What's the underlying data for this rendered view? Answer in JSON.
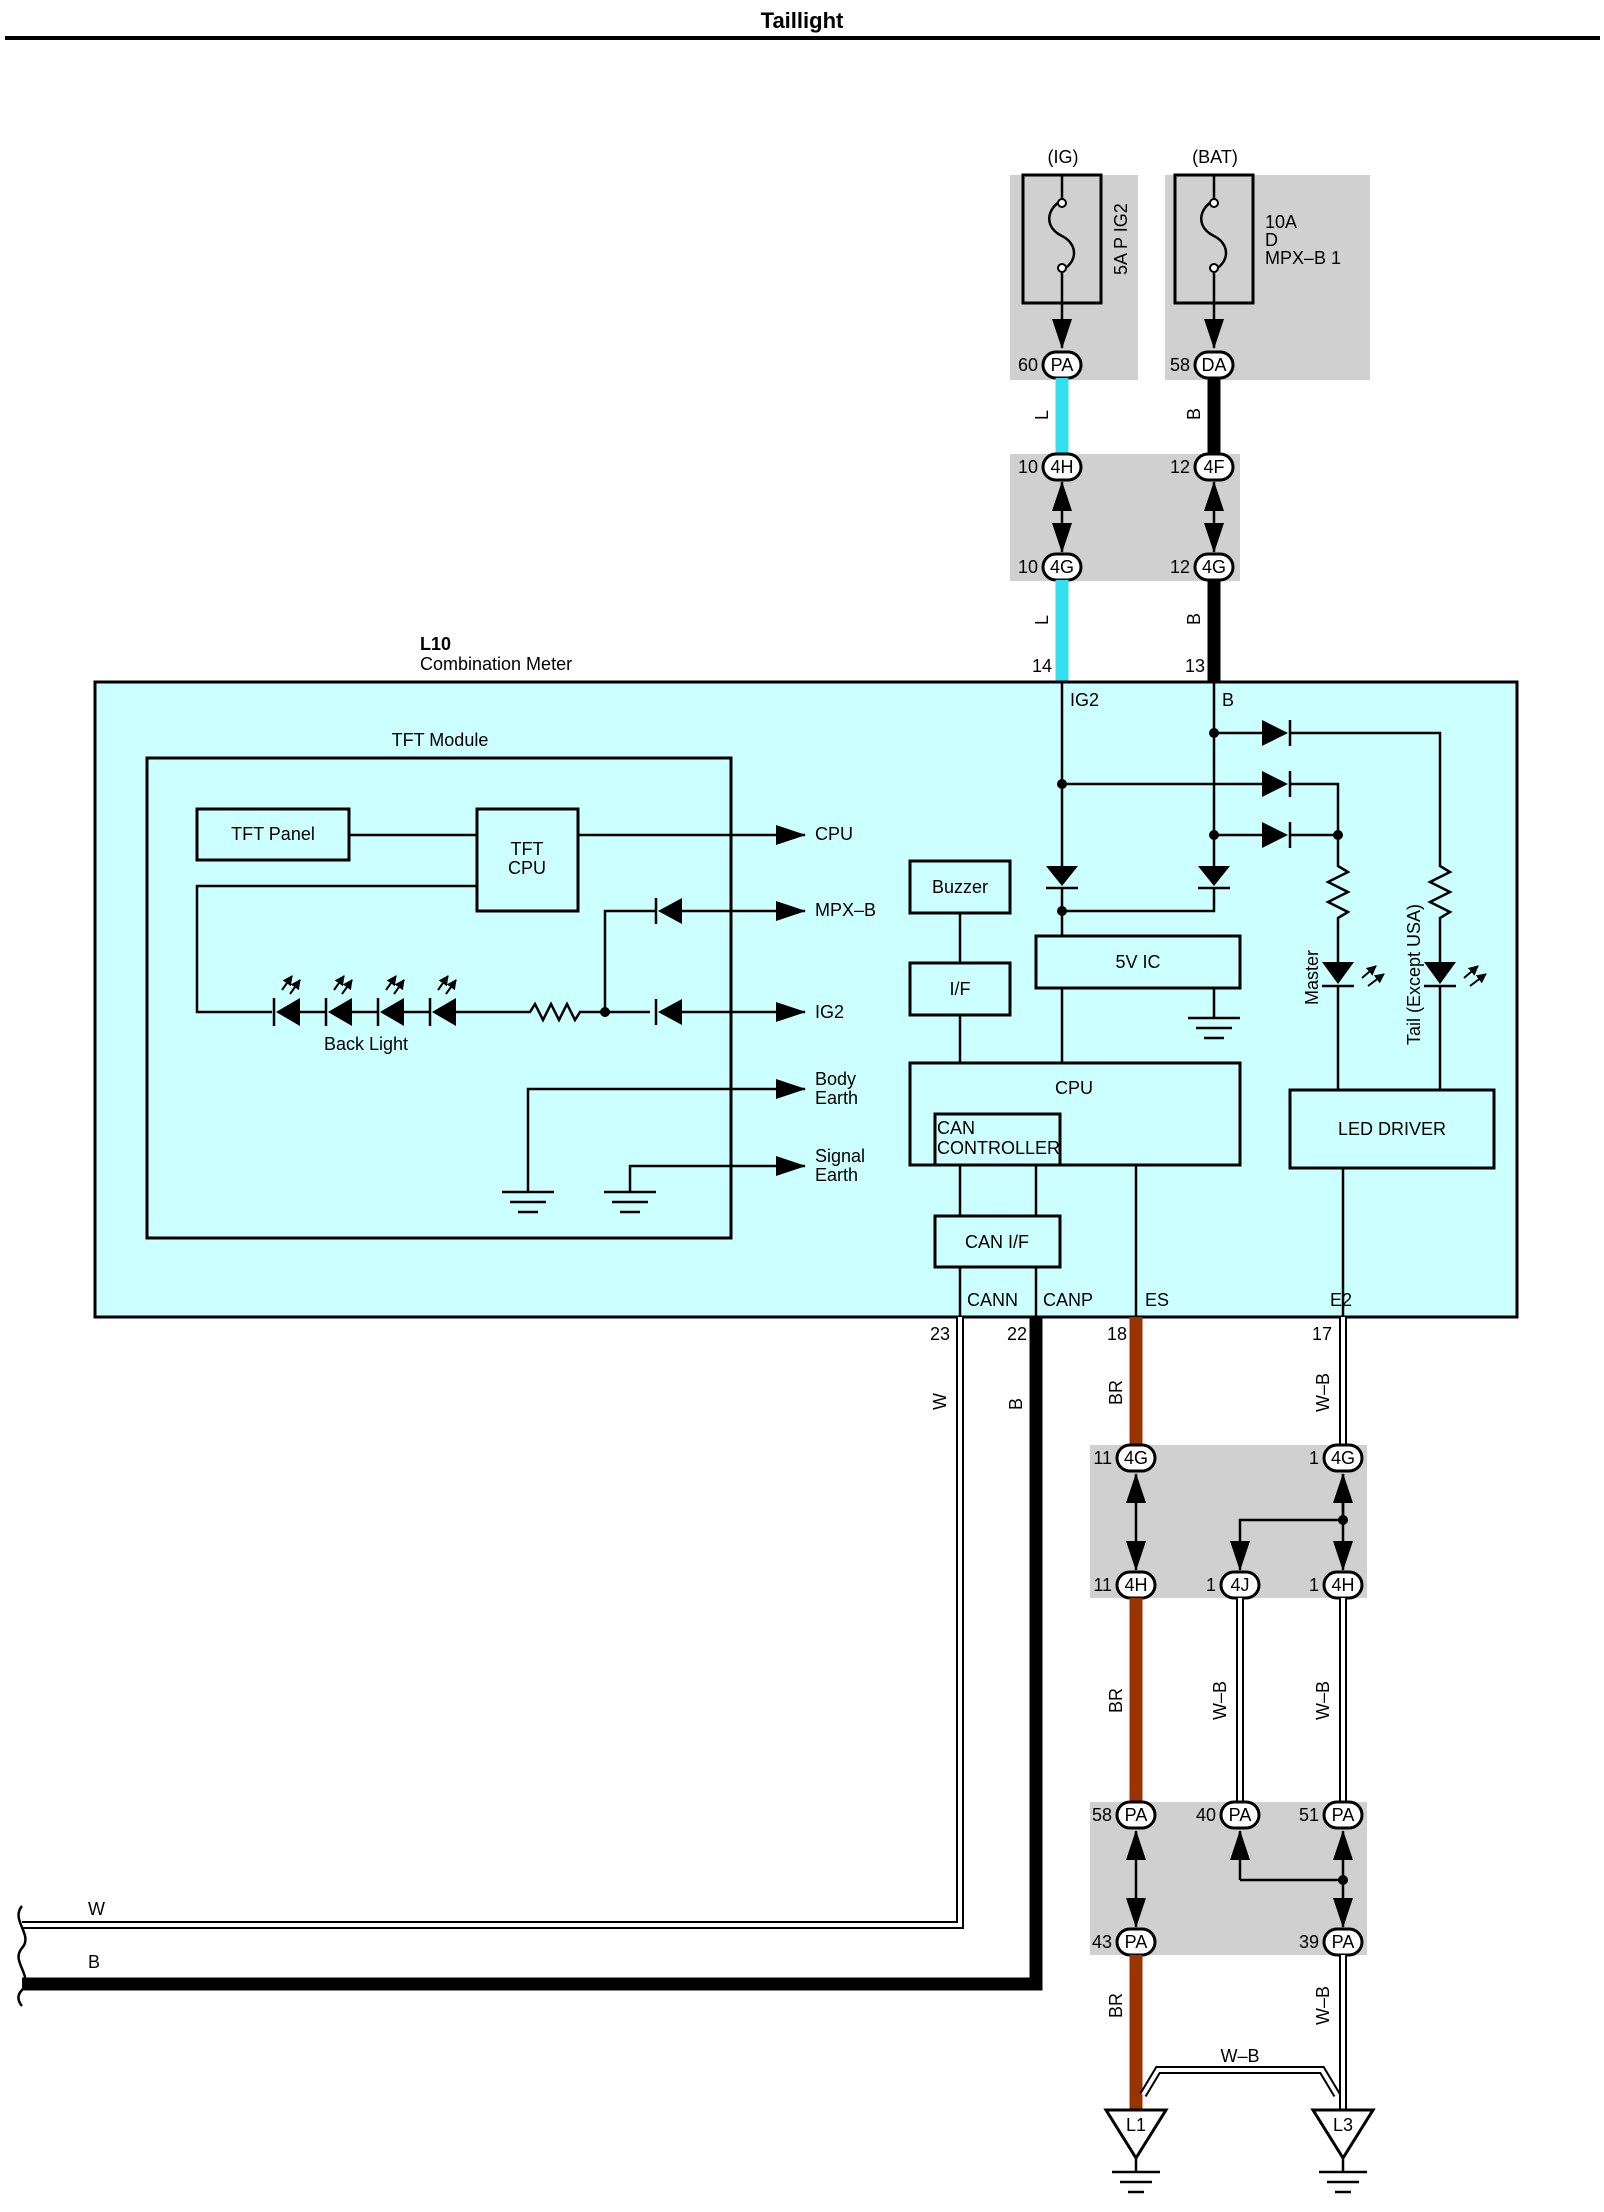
{
  "page": {
    "title": "Taillight"
  },
  "fuses": {
    "ig_label": "(IG)",
    "bat_label": "(BAT)",
    "ig_fuse": "5A P IG2",
    "bat_fuse_line1": "10A",
    "bat_fuse_line2": "D",
    "bat_fuse_line3": "MPX–B 1"
  },
  "connectors": {
    "pa60_pin": "60",
    "pa60_code": "PA",
    "da58_pin": "58",
    "da58_code": "DA",
    "h4_10_pin": "10",
    "h4_10_code": "4H",
    "f4_12_pin": "12",
    "f4_12_code": "4F",
    "g4_10_pin": "10",
    "g4_10_code": "4G",
    "g4_12_pin": "12",
    "g4_12_code": "4G",
    "g4_11_pin": "11",
    "g4_11_code": "4G",
    "g4_1_pin": "1",
    "g4_1_code": "4G",
    "h4_11_pin": "11",
    "h4_11_code": "4H",
    "j4_1_pin": "1",
    "j4_1_code": "4J",
    "h4_1_pin": "1",
    "h4_1_code": "4H",
    "pa58_pin": "58",
    "pa58_code": "PA",
    "pa40_pin": "40",
    "pa40_code": "PA",
    "pa51_pin": "51",
    "pa51_code": "PA",
    "pa43_pin": "43",
    "pa43_code": "PA",
    "pa39_pin": "39",
    "pa39_code": "PA"
  },
  "wires": {
    "l_top": "L",
    "b_top": "B",
    "l_mid": "L",
    "b_mid": "B",
    "w_can": "W",
    "b_can": "B",
    "br_1": "BR",
    "wb_1": "W–B",
    "br_2": "BR",
    "wb_j": "W–B",
    "wb_2": "W–B",
    "br_3": "BR",
    "wb_3": "W–B",
    "wb_link": "W–B",
    "w_out": "W",
    "b_out": "B"
  },
  "meter": {
    "code": "L10",
    "name": "Combination Meter",
    "pin14": "14",
    "pin13": "13",
    "ig2": "IG2",
    "b": "B",
    "pin23": "23",
    "pin22": "22",
    "pin18": "18",
    "pin17": "17",
    "cann": "CANN",
    "canp": "CANP",
    "es": "ES",
    "e2": "E2"
  },
  "tft": {
    "module": "TFT Module",
    "panel": "TFT Panel",
    "cpu_line1": "TFT",
    "cpu_line2": "CPU",
    "back_light": "Back Light",
    "out_cpu": "CPU",
    "out_mpxb": "MPX–B",
    "out_ig2": "IG2",
    "out_body1": "Body",
    "out_body2": "Earth",
    "out_signal1": "Signal",
    "out_signal2": "Earth"
  },
  "blocks": {
    "buzzer": "Buzzer",
    "if": "I/F",
    "ic5v": "5V IC",
    "cpu": "CPU",
    "can_ctrl1": "CAN",
    "can_ctrl2": "CONTROLLER",
    "can_if": "CAN I/F",
    "led_driver": "LED DRIVER",
    "master": "Master",
    "tail": "Tail (Except USA)"
  },
  "grounds": {
    "l1": "L1",
    "l3": "L3"
  },
  "colors": {
    "wire_L": "#33e0f0",
    "wire_B": "#000000",
    "wire_BR": "#993300",
    "meter_fill": "#ccffff",
    "connector_gray": "#d0d0d0"
  }
}
